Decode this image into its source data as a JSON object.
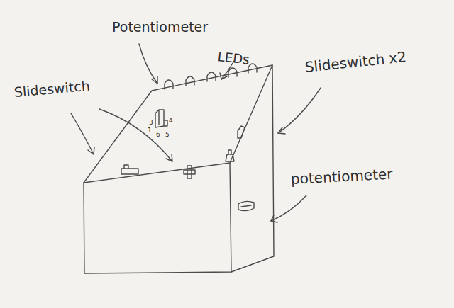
{
  "diagram": {
    "labels": [
      "Potentiometer",
      "LEDs",
      "Slideswitch",
      "Slideswitch x2",
      "potentiometer",
      "3",
      "4",
      "1",
      "6",
      "5"
    ]
  }
}
